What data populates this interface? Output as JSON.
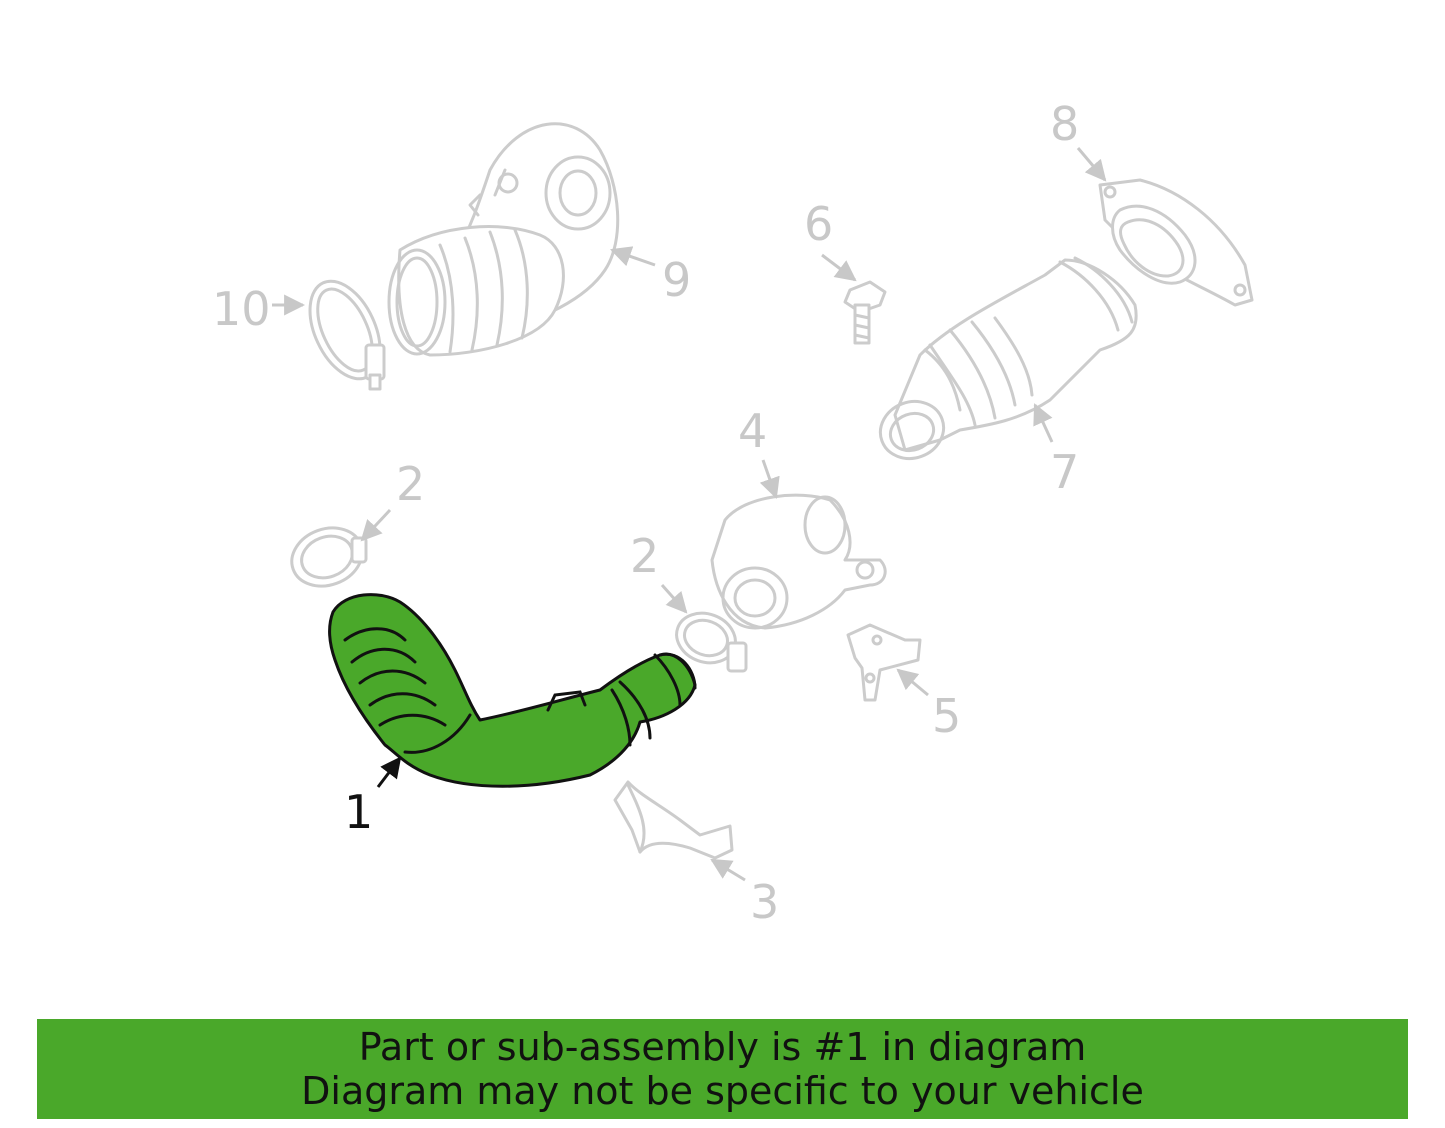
{
  "callouts": [
    {
      "id": "1",
      "label": "1",
      "highlighted": true
    },
    {
      "id": "2a",
      "label": "2",
      "highlighted": false
    },
    {
      "id": "2b",
      "label": "2",
      "highlighted": false
    },
    {
      "id": "3",
      "label": "3",
      "highlighted": false
    },
    {
      "id": "4",
      "label": "4",
      "highlighted": false
    },
    {
      "id": "5",
      "label": "5",
      "highlighted": false
    },
    {
      "id": "6",
      "label": "6",
      "highlighted": false
    },
    {
      "id": "7",
      "label": "7",
      "highlighted": false
    },
    {
      "id": "8",
      "label": "8",
      "highlighted": false
    },
    {
      "id": "9",
      "label": "9",
      "highlighted": false
    },
    {
      "id": "10",
      "label": "10",
      "highlighted": false
    }
  ],
  "banner": {
    "line1": "Part or sub-assembly is #1 in diagram",
    "line2": "Diagram may not be specific to your vehicle"
  },
  "colors": {
    "highlight": "#4aa82a",
    "faded_parts": "#cccccc",
    "outline": "#111111"
  }
}
